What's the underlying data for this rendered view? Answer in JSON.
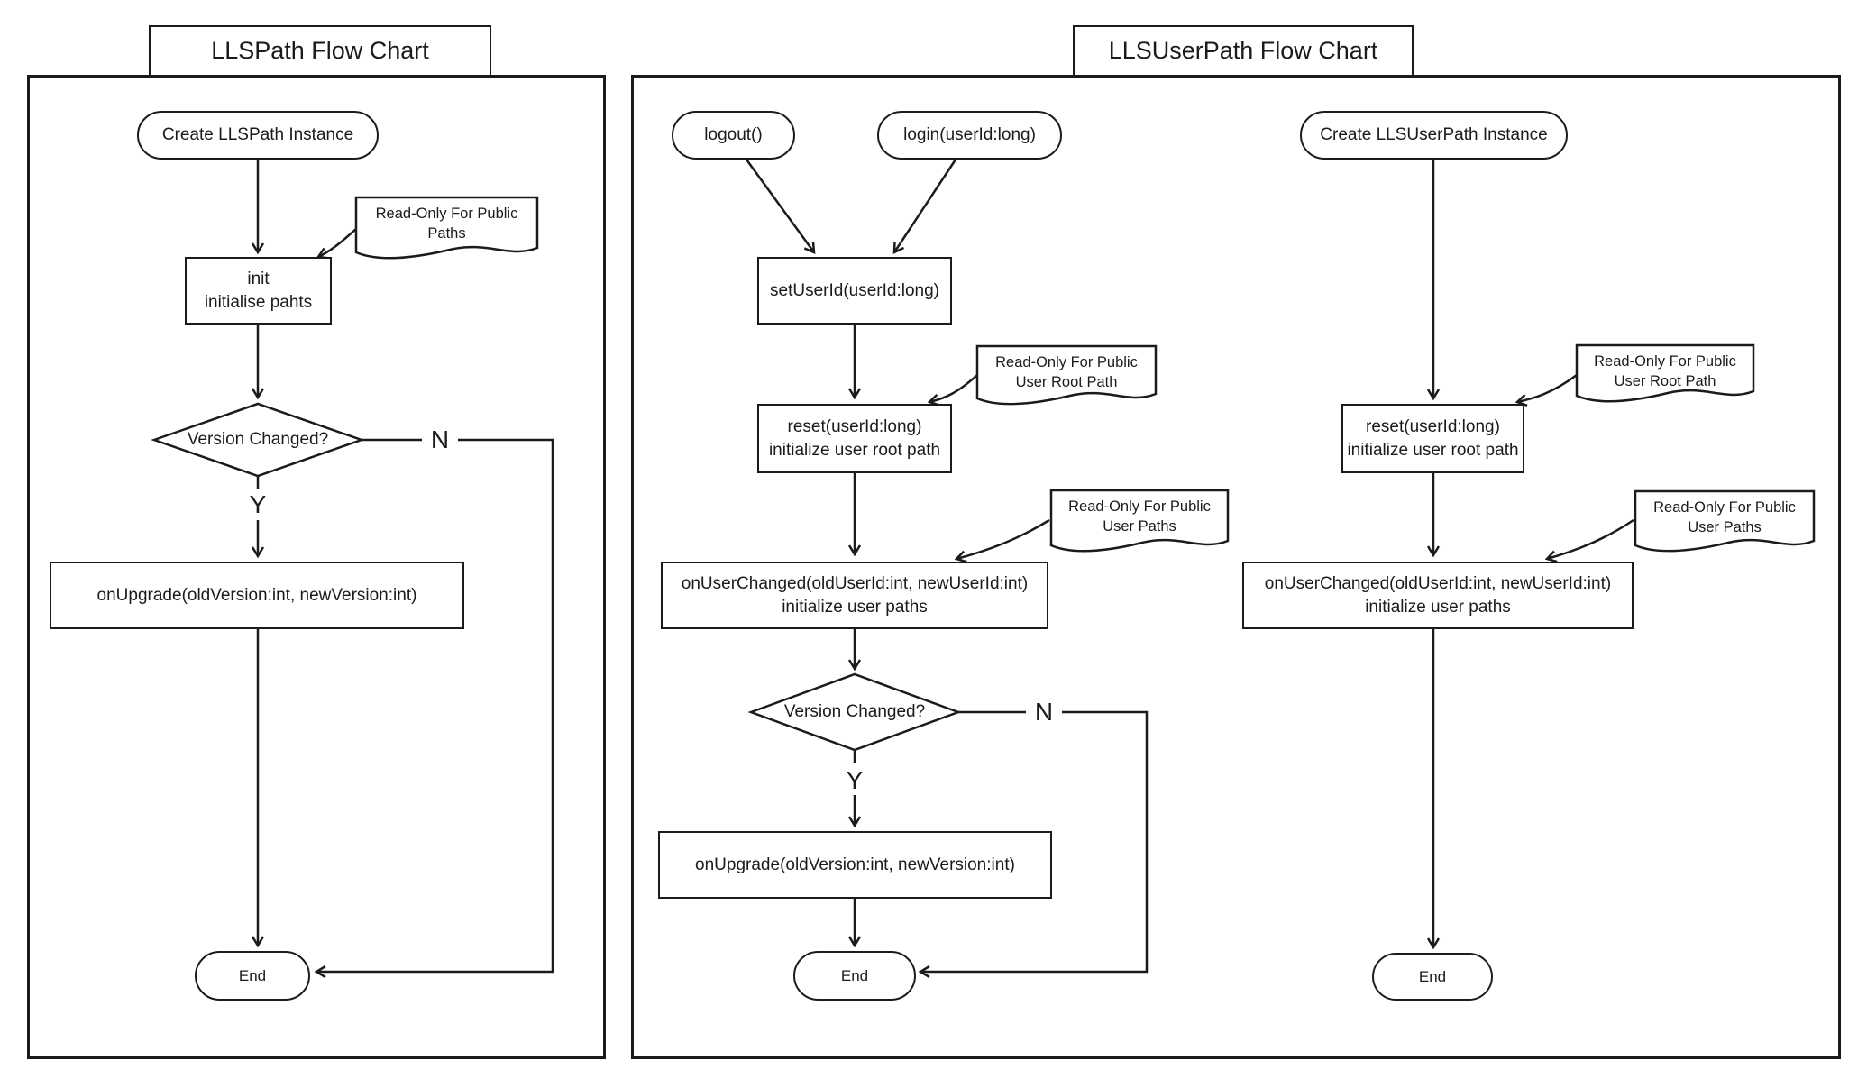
{
  "colors": {
    "stroke": "#1b1b1b",
    "background": "#ffffff"
  },
  "left_chart": {
    "title": "LLSPath Flow Chart",
    "start_node": "Create LLSPath Instance",
    "note_public_paths": "Read-Only For Public\nPaths",
    "init_node": "init\ninitialise pahts",
    "decision_node": "Version Changed?",
    "yes_label": "Y",
    "no_label": "N",
    "upgrade_node": "onUpgrade(oldVersion:int, newVersion:int)",
    "end_node": "End"
  },
  "right_chart": {
    "title": "LLSUserPath Flow Chart",
    "logout_node": "logout()",
    "login_node": "login(userId:long)",
    "set_user_id_node": "setUserId(userId:long)",
    "note_user_root_path": "Read-Only For Public\nUser Root Path",
    "reset_node": "reset(userId:long)\ninitialize user root path",
    "note_user_paths": "Read-Only For Public\nUser Paths",
    "on_user_changed_node": "onUserChanged(oldUserId:int, newUserId:int)\ninitialize user paths",
    "decision_node": "Version Changed?",
    "yes_label": "Y",
    "no_label": "N",
    "upgrade_node": "onUpgrade(oldVersion:int, newVersion:int)",
    "end_node": "End",
    "create_instance_node": "Create LLSUserPath Instance",
    "note_user_root_path_2": "Read-Only For Public\nUser Root Path",
    "reset_node_2": "reset(userId:long)\ninitialize user root path",
    "note_user_paths_2": "Read-Only For Public\nUser Paths",
    "on_user_changed_node_2": "onUserChanged(oldUserId:int, newUserId:int)\ninitialize user paths",
    "end_node_2": "End"
  }
}
